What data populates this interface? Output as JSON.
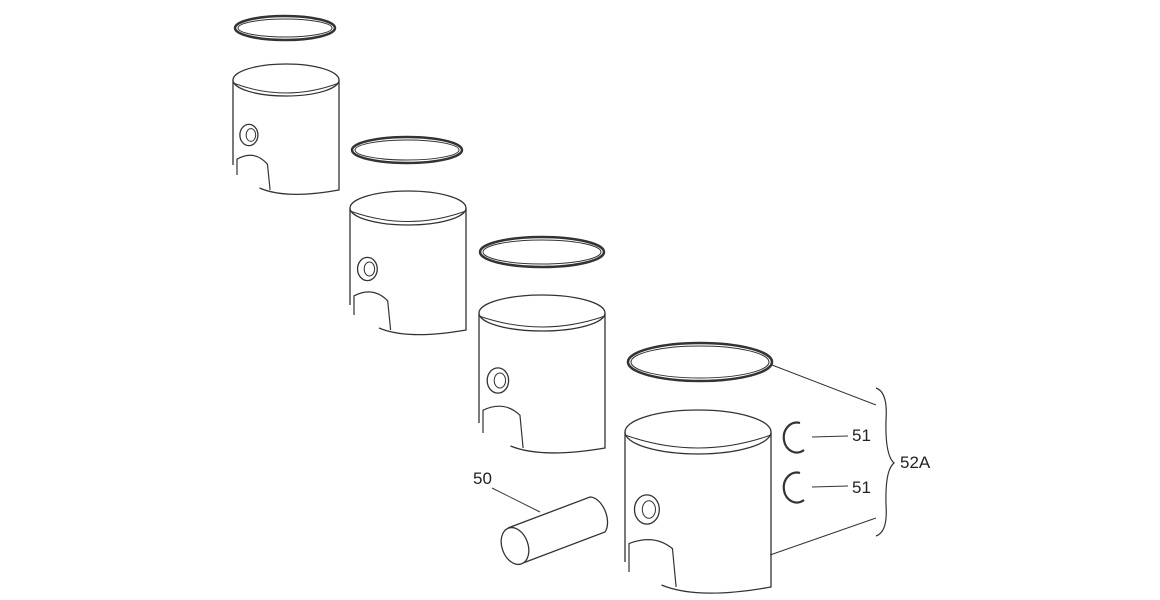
{
  "diagram": {
    "callouts": {
      "pin": "50",
      "clip_upper": "51",
      "clip_lower": "51",
      "kit": "52A"
    },
    "line_color": "#333333"
  }
}
